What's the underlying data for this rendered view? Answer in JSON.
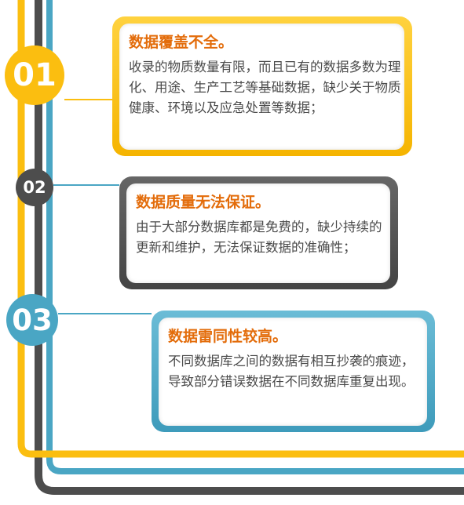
{
  "colors": {
    "yellow": "#FBBE10",
    "gray": "#4D4D4D",
    "blue": "#4AA6C4",
    "title_orange": "#E36C0A",
    "body_text": "#4A4A4A"
  },
  "items": [
    {
      "number": "01",
      "title": "数据覆盖不全。",
      "text": "收录的物质数量有限，而且已有的数据多数为理化、用途、生产工艺等基础数据，缺少关于物质健康、环境以及应急处置等数据；"
    },
    {
      "number": "02",
      "title": "数据质量无法保证。",
      "text": "由于大部分数据库都是免费的，缺少持续的更新和维护，无法保证数据的准确性；"
    },
    {
      "number": "03",
      "title": "数据雷同性较高。",
      "text": "不同数据库之间的数据有相互抄袭的痕迹，导致部分错误数据在不同数据库重复出现。"
    }
  ]
}
